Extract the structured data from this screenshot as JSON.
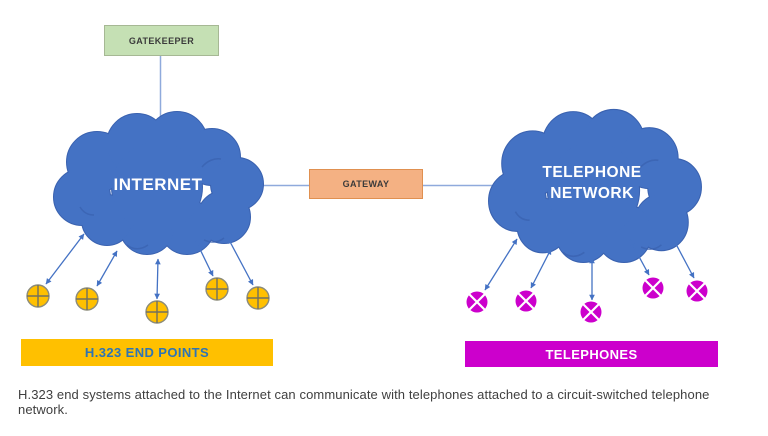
{
  "diagram": {
    "gatekeeper": {
      "label": "GATEKEEPER",
      "fill": "#C5E0B4"
    },
    "gateway": {
      "label": "GATEWAY",
      "fill": "#F4B183"
    },
    "internet": {
      "label": "INTERNET",
      "fill": "#4472C4"
    },
    "telephone_network": {
      "line1": "TELEPHONE",
      "line2": "NETWORK",
      "fill": "#4472C4"
    },
    "endpoints_bar": {
      "label": "H.323 END POINTS",
      "fill": "#FFC000",
      "text_color": "#2E74B5"
    },
    "telephones_bar": {
      "label": "TELEPHONES",
      "fill": "#CC00CC",
      "text_color": "#FFFFFF"
    },
    "endpoint_icons": {
      "count": 5,
      "icon": "circle-plus-icon",
      "fill": "#FFC000"
    },
    "telephone_icons": {
      "count": 5,
      "icon": "circle-x-icon",
      "fill": "#CC00CC"
    },
    "arrow_color": "#4472C4",
    "connector_color": "#8FAADC",
    "caption": "H.323 end systems attached to the Internet can communicate with telephones attached to a circuit-switched telephone network."
  }
}
